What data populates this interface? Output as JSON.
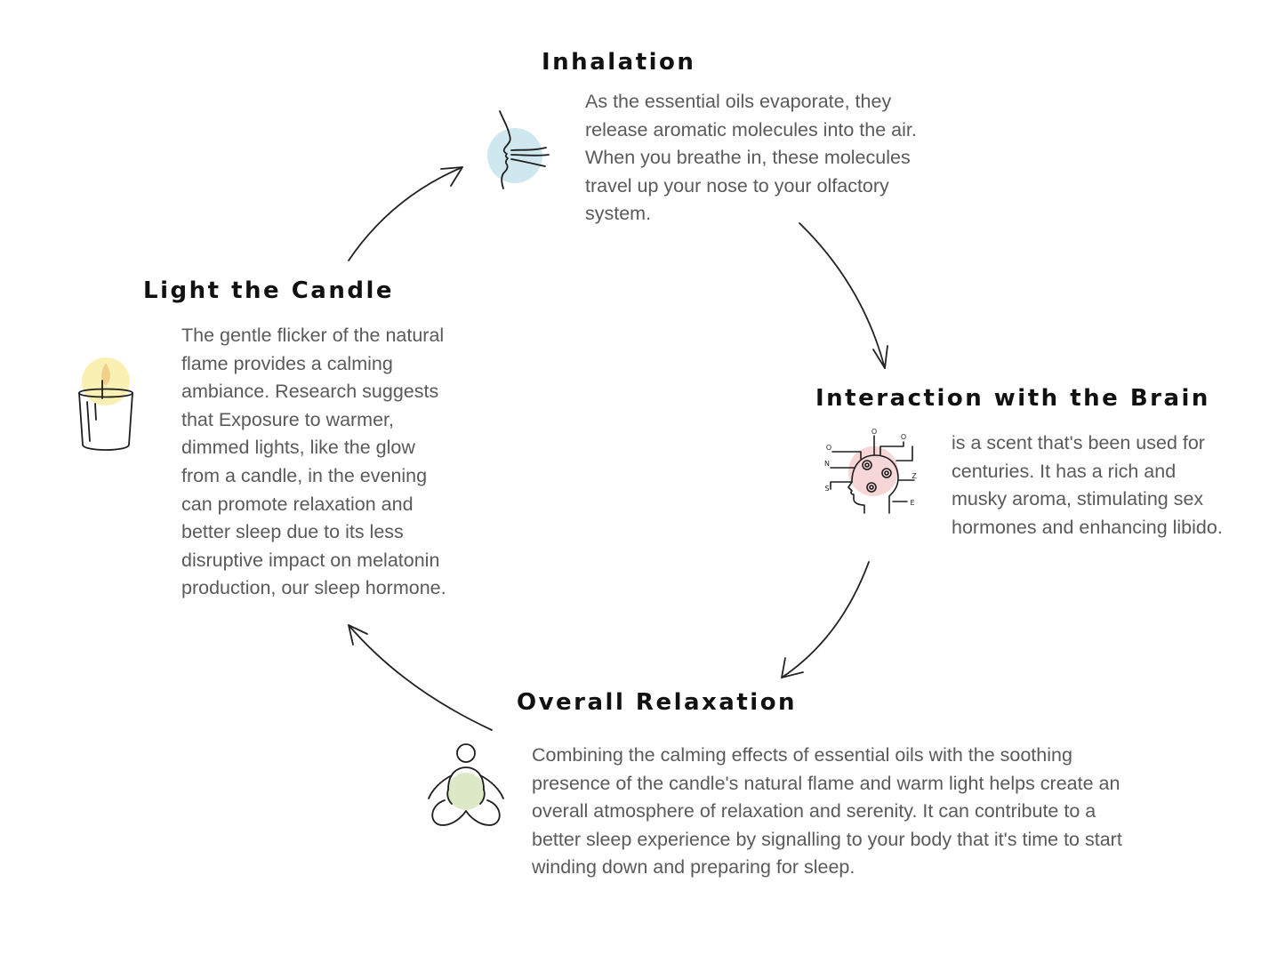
{
  "colors": {
    "inhalation_accent": "#cfe7ef",
    "candle_accent": "#fbf0b4",
    "brain_accent": "#f7d6d8",
    "relaxation_accent": "#dde9c6",
    "line": "#222222",
    "body_text": "#5a5a5a",
    "title_text": "#111111"
  },
  "steps": {
    "inhalation": {
      "title": "Inhalation",
      "body": "As the essential oils evaporate, they release aromatic molecules into the air. When you breathe in, these molecules travel up your nose to your olfactory system.",
      "icon": "face-inhaling-icon"
    },
    "brain": {
      "title": "Interaction with the Brain",
      "body": " is a scent that's been used for centuries. It has a rich and musky aroma, stimulating sex hormones and enhancing libido.",
      "icon": "head-with-gears-icon",
      "icon_letters": [
        "O",
        "O",
        "O",
        "N",
        "S",
        "Z",
        "E"
      ]
    },
    "relaxation": {
      "title": "Overall Relaxation",
      "body": "Combining the calming effects of essential oils with the soothing presence of the candle's natural flame and warm light helps create an overall atmosphere of relaxation and serenity. It can contribute to a better sleep experience by signalling to your body that it's time to start winding down and preparing for sleep.",
      "icon": "meditating-person-icon"
    },
    "candle": {
      "title": "Light the Candle",
      "body": "The gentle flicker of the natural flame provides a calming ambiance. Research suggests that Exposure to warmer, dimmed lights, like the glow from a candle, in the evening can promote relaxation and better sleep due to its less disruptive impact on melatonin production, our sleep hormone.",
      "icon": "candle-icon"
    }
  }
}
